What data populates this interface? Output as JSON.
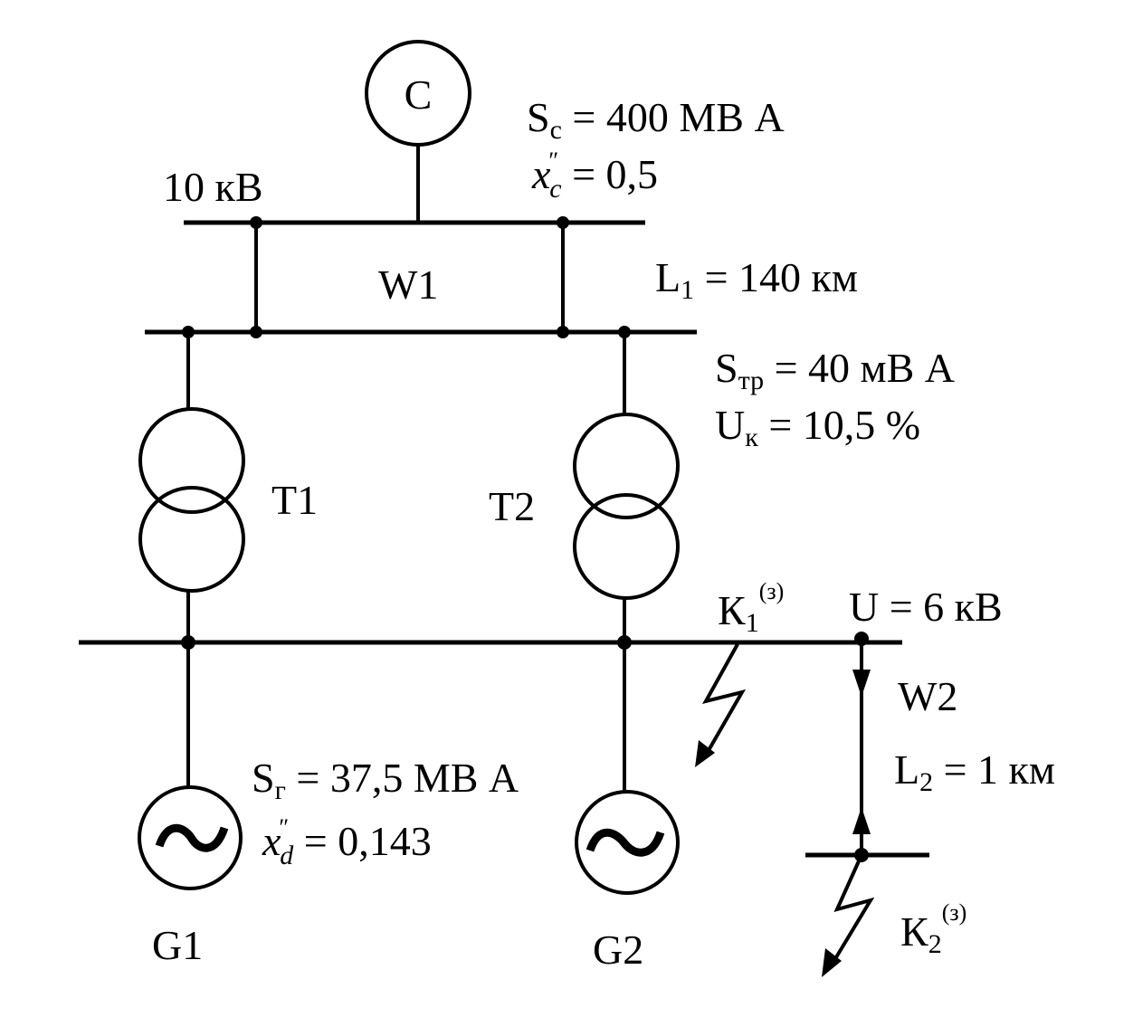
{
  "source": {
    "symbol": "C",
    "s_prefix": "S",
    "s_sub": "c",
    "s_value": " = 400 МВ А",
    "x_prefix": "x",
    "x_sup": "″",
    "x_sub": "c",
    "x_value": " = 0,5"
  },
  "bus_hv": {
    "label": "10 кВ"
  },
  "line_w1": {
    "name": "W1",
    "l_prefix": "L",
    "l_sub": "1",
    "l_value": " = 140 км"
  },
  "transformers": {
    "t1": "T1",
    "t2": "T2",
    "s_prefix": "S",
    "s_sub": "тр",
    "s_value": " = 40 мВ А",
    "u_prefix": "U",
    "u_sub": "к",
    "u_value": " = 10,5 %"
  },
  "bus_lv": {
    "u_label": "U = 6 кВ"
  },
  "fault_k1": {
    "prefix": "К",
    "sub": "1",
    "sup": "(з)"
  },
  "line_w2": {
    "name": "W2",
    "l_prefix": "L",
    "l_sub": "2",
    "l_value": " = 1 км"
  },
  "fault_k2": {
    "prefix": "К",
    "sub": "2",
    "sup": "(з)"
  },
  "generators": {
    "g1": "G1",
    "g2": "G2",
    "s_prefix": "S",
    "s_sub": "г",
    "s_value": " = 37,5 МВ А",
    "x_prefix": "x",
    "x_sup": "″",
    "x_sub": "d",
    "x_value": " = 0,143"
  }
}
